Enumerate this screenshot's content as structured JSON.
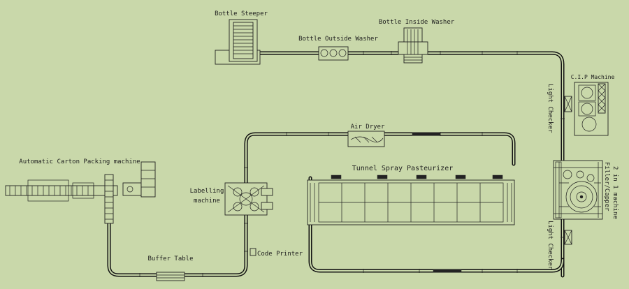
{
  "labels": {
    "bottle_steeper": "Bottle Steeper",
    "bottle_outside_washer": "Bottle Outside Washer",
    "bottle_inside_washer": "Bottle Inside Washer",
    "cip_machine": "C.I.P Machine",
    "light_checker_top": "Light Checker",
    "light_checker_bottom": "Light Checker",
    "filler_capper_line1": "Filler/Capper",
    "filler_capper_line2": "2 in 1 machine",
    "air_dryer": "Air Dryer",
    "tunnel_spray_pasteurizer": "Tunnel Spray Pasteurizer",
    "automatic_carton_packing_machine": "Automatic Carton Packing machine",
    "labelling_machine_line1": "Labelling",
    "labelling_machine_line2": "machine",
    "buffer_table": "Buffer Table",
    "code_printer": "Code Printer"
  },
  "colors": {
    "background": "#c9d8aa",
    "line": "#111111"
  }
}
